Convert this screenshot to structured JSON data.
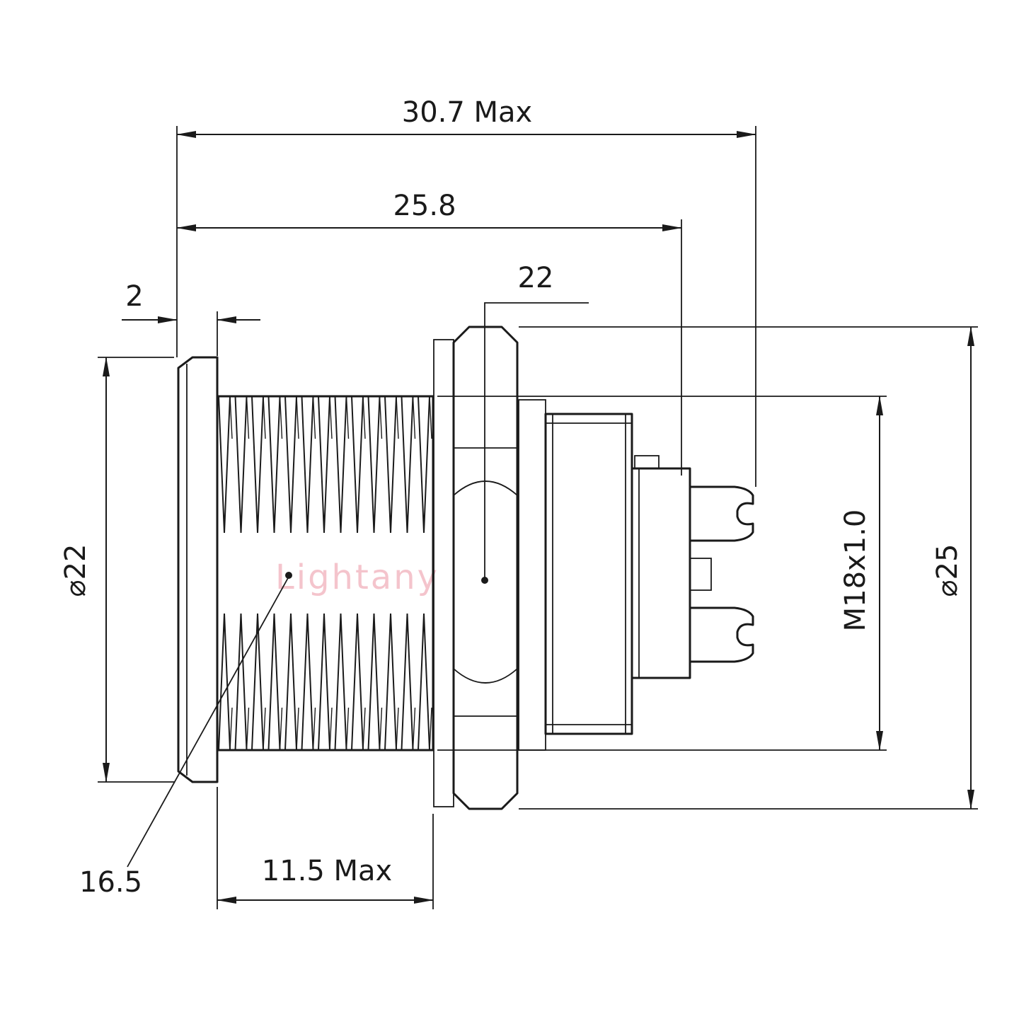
{
  "page": {
    "background": "#ffffff"
  },
  "drawing": {
    "type": "engineering-dimension-drawing",
    "subject": "panel mount circular connector, side view",
    "watermark": "Lightany",
    "colors": {
      "line": "#1a1a1a",
      "watermark": "#f3bac4"
    },
    "dimensions": {
      "overall_length_max": "30.7 Max",
      "length_to_flange": "25.8",
      "flange_thickness": "2",
      "nut_across_flats": "22",
      "flange_diameter": "⌀22",
      "thread_spec": "M18x1.0",
      "nut_across_corners_diameter": "⌀25",
      "panel_cutout": "16.5",
      "thread_length_max": "11.5 Max"
    }
  }
}
